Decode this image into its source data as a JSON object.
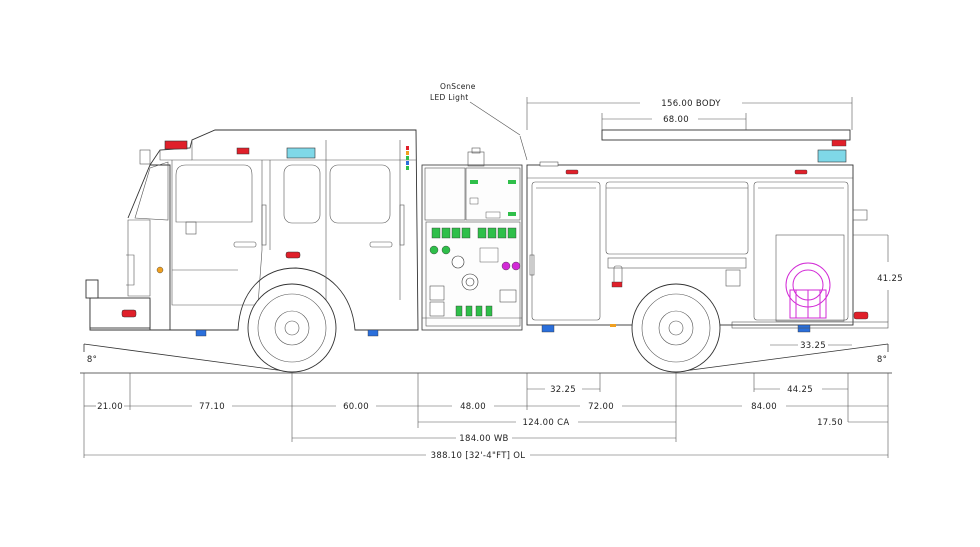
{
  "annotation": {
    "line1": "OnScene",
    "line2": "LED Light"
  },
  "dimensions": {
    "body": "156.00 BODY",
    "compartment": "68.00",
    "rear_height": "41.25",
    "rear_step": "33.25",
    "approach_angle": "8°",
    "departure_angle": "8°",
    "compartment_front": "32.25",
    "rear_overhang_compartment": "44.25",
    "front_overhang": "21.00",
    "front_axle_to_bumper": "77.10",
    "axle_to_cab": "60.00",
    "pump_module": "48.00",
    "body_section": "72.00",
    "rear_overhang": "84.00",
    "rear_step_depth": "17.50",
    "cab_to_axle": "124.00 CA",
    "wheelbase": "184.00 WB",
    "overall_length": "388.10 [32'-4\"FT] OL"
  },
  "colors": {
    "warning_red": "#e0202a",
    "led_blue": "#2a6fdb",
    "light_cyan": "#7fd8e8",
    "control_green": "#2fbf4a",
    "hose_magenta": "#d22ad6",
    "amber": "#f0a020"
  }
}
